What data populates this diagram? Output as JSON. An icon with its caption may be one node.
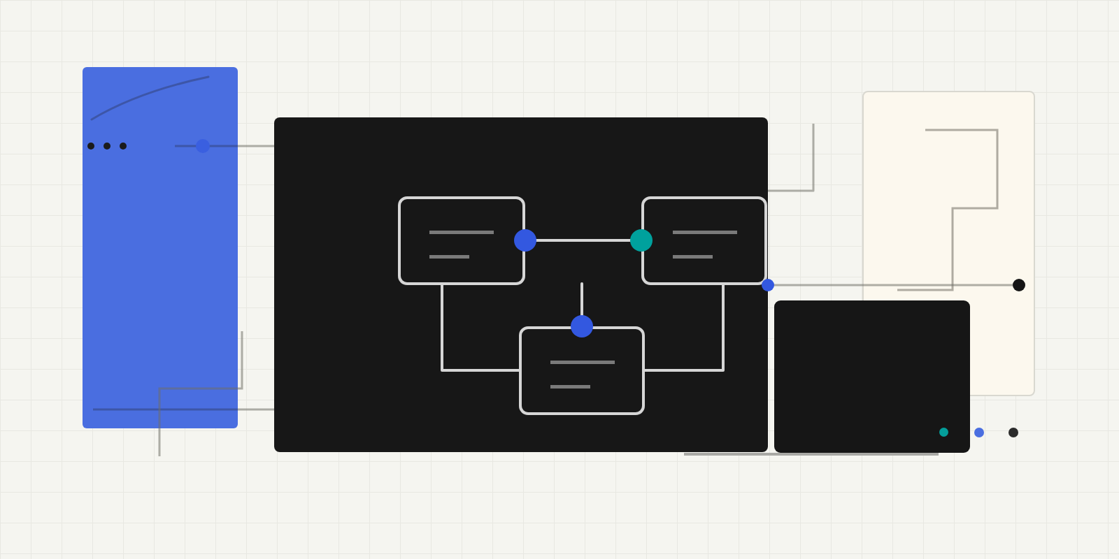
{
  "diagram": {
    "nodes": [
      {
        "text": [],
        "shape": "box"
      },
      {
        "text": [],
        "shape": "box"
      },
      {
        "text": [],
        "shape": "box",
        "in": 1
      },
      {
        "text": [],
        "shape": "box",
        "in": 1
      },
      {
        "text": [],
        "shape": "box",
        "in": 1
      },
      {
        "text": [],
        "shape": "box"
      },
      {
        "text": [],
        "shape": "box"
      },
      {
        "text": [],
        "shape": "circle",
        "in": 5
      }
    ],
    "edges": [
      {
        "from": 0,
        "to": 1,
        "arrow": "none"
      },
      {
        "from": 0,
        "to": 1,
        "arrow": "none"
      },
      {
        "from": 2,
        "to": 3,
        "arrow": "other",
        "color": "#d6d6d6"
      },
      {
        "from": null,
        "to": 4,
        "arrow": "other",
        "color": "#d6d6d6"
      },
      {
        "from": 2,
        "to": 4,
        "arrow": "none",
        "color": "#d6d6d6"
      },
      {
        "from": 3,
        "to": 4,
        "arrow": "none",
        "color": "#d6d6d6"
      },
      {
        "from": null,
        "to": 1,
        "arrow": "none"
      },
      {
        "from": 1,
        "to": 7,
        "arrow": "other"
      }
    ]
  }
}
